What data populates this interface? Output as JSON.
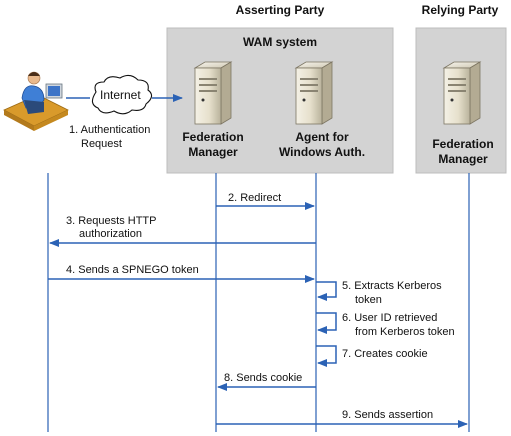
{
  "parties": {
    "asserting": "Asserting Party",
    "relying": "Relying Party"
  },
  "wam": {
    "title": "WAM system",
    "federation_manager": [
      "Federation",
      "Manager"
    ],
    "agent": [
      "Agent for",
      "Windows Auth."
    ]
  },
  "relying_fm": [
    "Federation",
    "Manager"
  ],
  "internet": "Internet",
  "auth_request": [
    "1. Authentication",
    "Request"
  ],
  "steps": {
    "s2": "2. Redirect",
    "s3": [
      "3. Requests HTTP",
      "authorization"
    ],
    "s4": "4. Sends a SPNEGO token",
    "s5": [
      "5. Extracts Kerberos",
      "token"
    ],
    "s6": [
      "6. User ID retrieved",
      "from Kerberos token"
    ],
    "s7": "7. Creates cookie",
    "s8": "8. Sends cookie",
    "s9": "9. Sends assertion"
  },
  "colors": {
    "line": "#2b62b5",
    "box": "#d3d3d3",
    "box_border": "#bdbdbd"
  },
  "icons": [
    "user-at-computer-icon",
    "internet-cloud-icon",
    "server-icon"
  ]
}
